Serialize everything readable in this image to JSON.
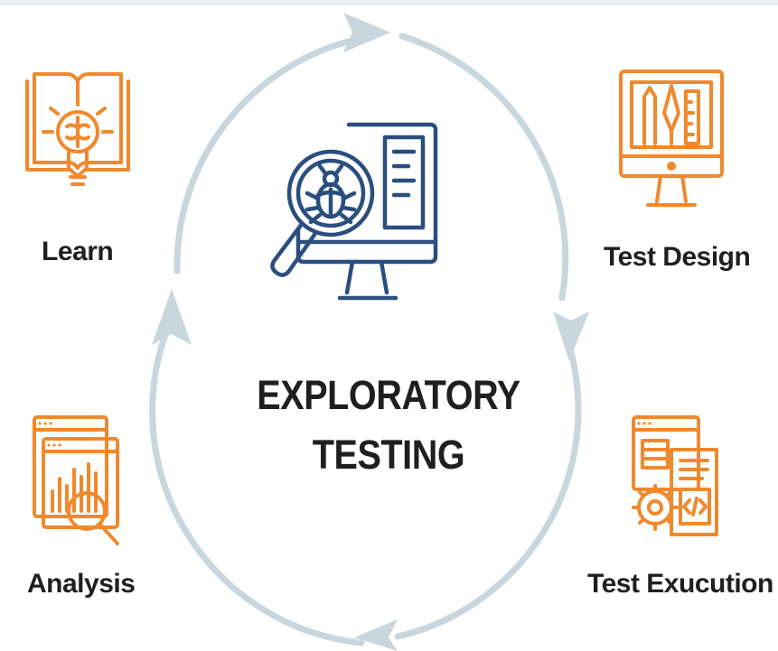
{
  "colors": {
    "cycle_arrow": "#c9d6de",
    "step_icon": "#f0892d",
    "center_icon": "#2b4e7e",
    "text": "#1f1f1f"
  },
  "center": {
    "title_line1": "EXPLORATORY",
    "title_line2": "TESTING",
    "icon": "monitor-magnifier-bug-icon"
  },
  "steps": [
    {
      "label": "Learn",
      "icon": "book-lightbulb-brain-icon"
    },
    {
      "label": "Test Design",
      "icon": "monitor-design-tools-icon"
    },
    {
      "label": "Test Exucution",
      "icon": "code-window-gear-icon"
    },
    {
      "label": "Analysis",
      "icon": "chart-magnifier-icon"
    }
  ]
}
